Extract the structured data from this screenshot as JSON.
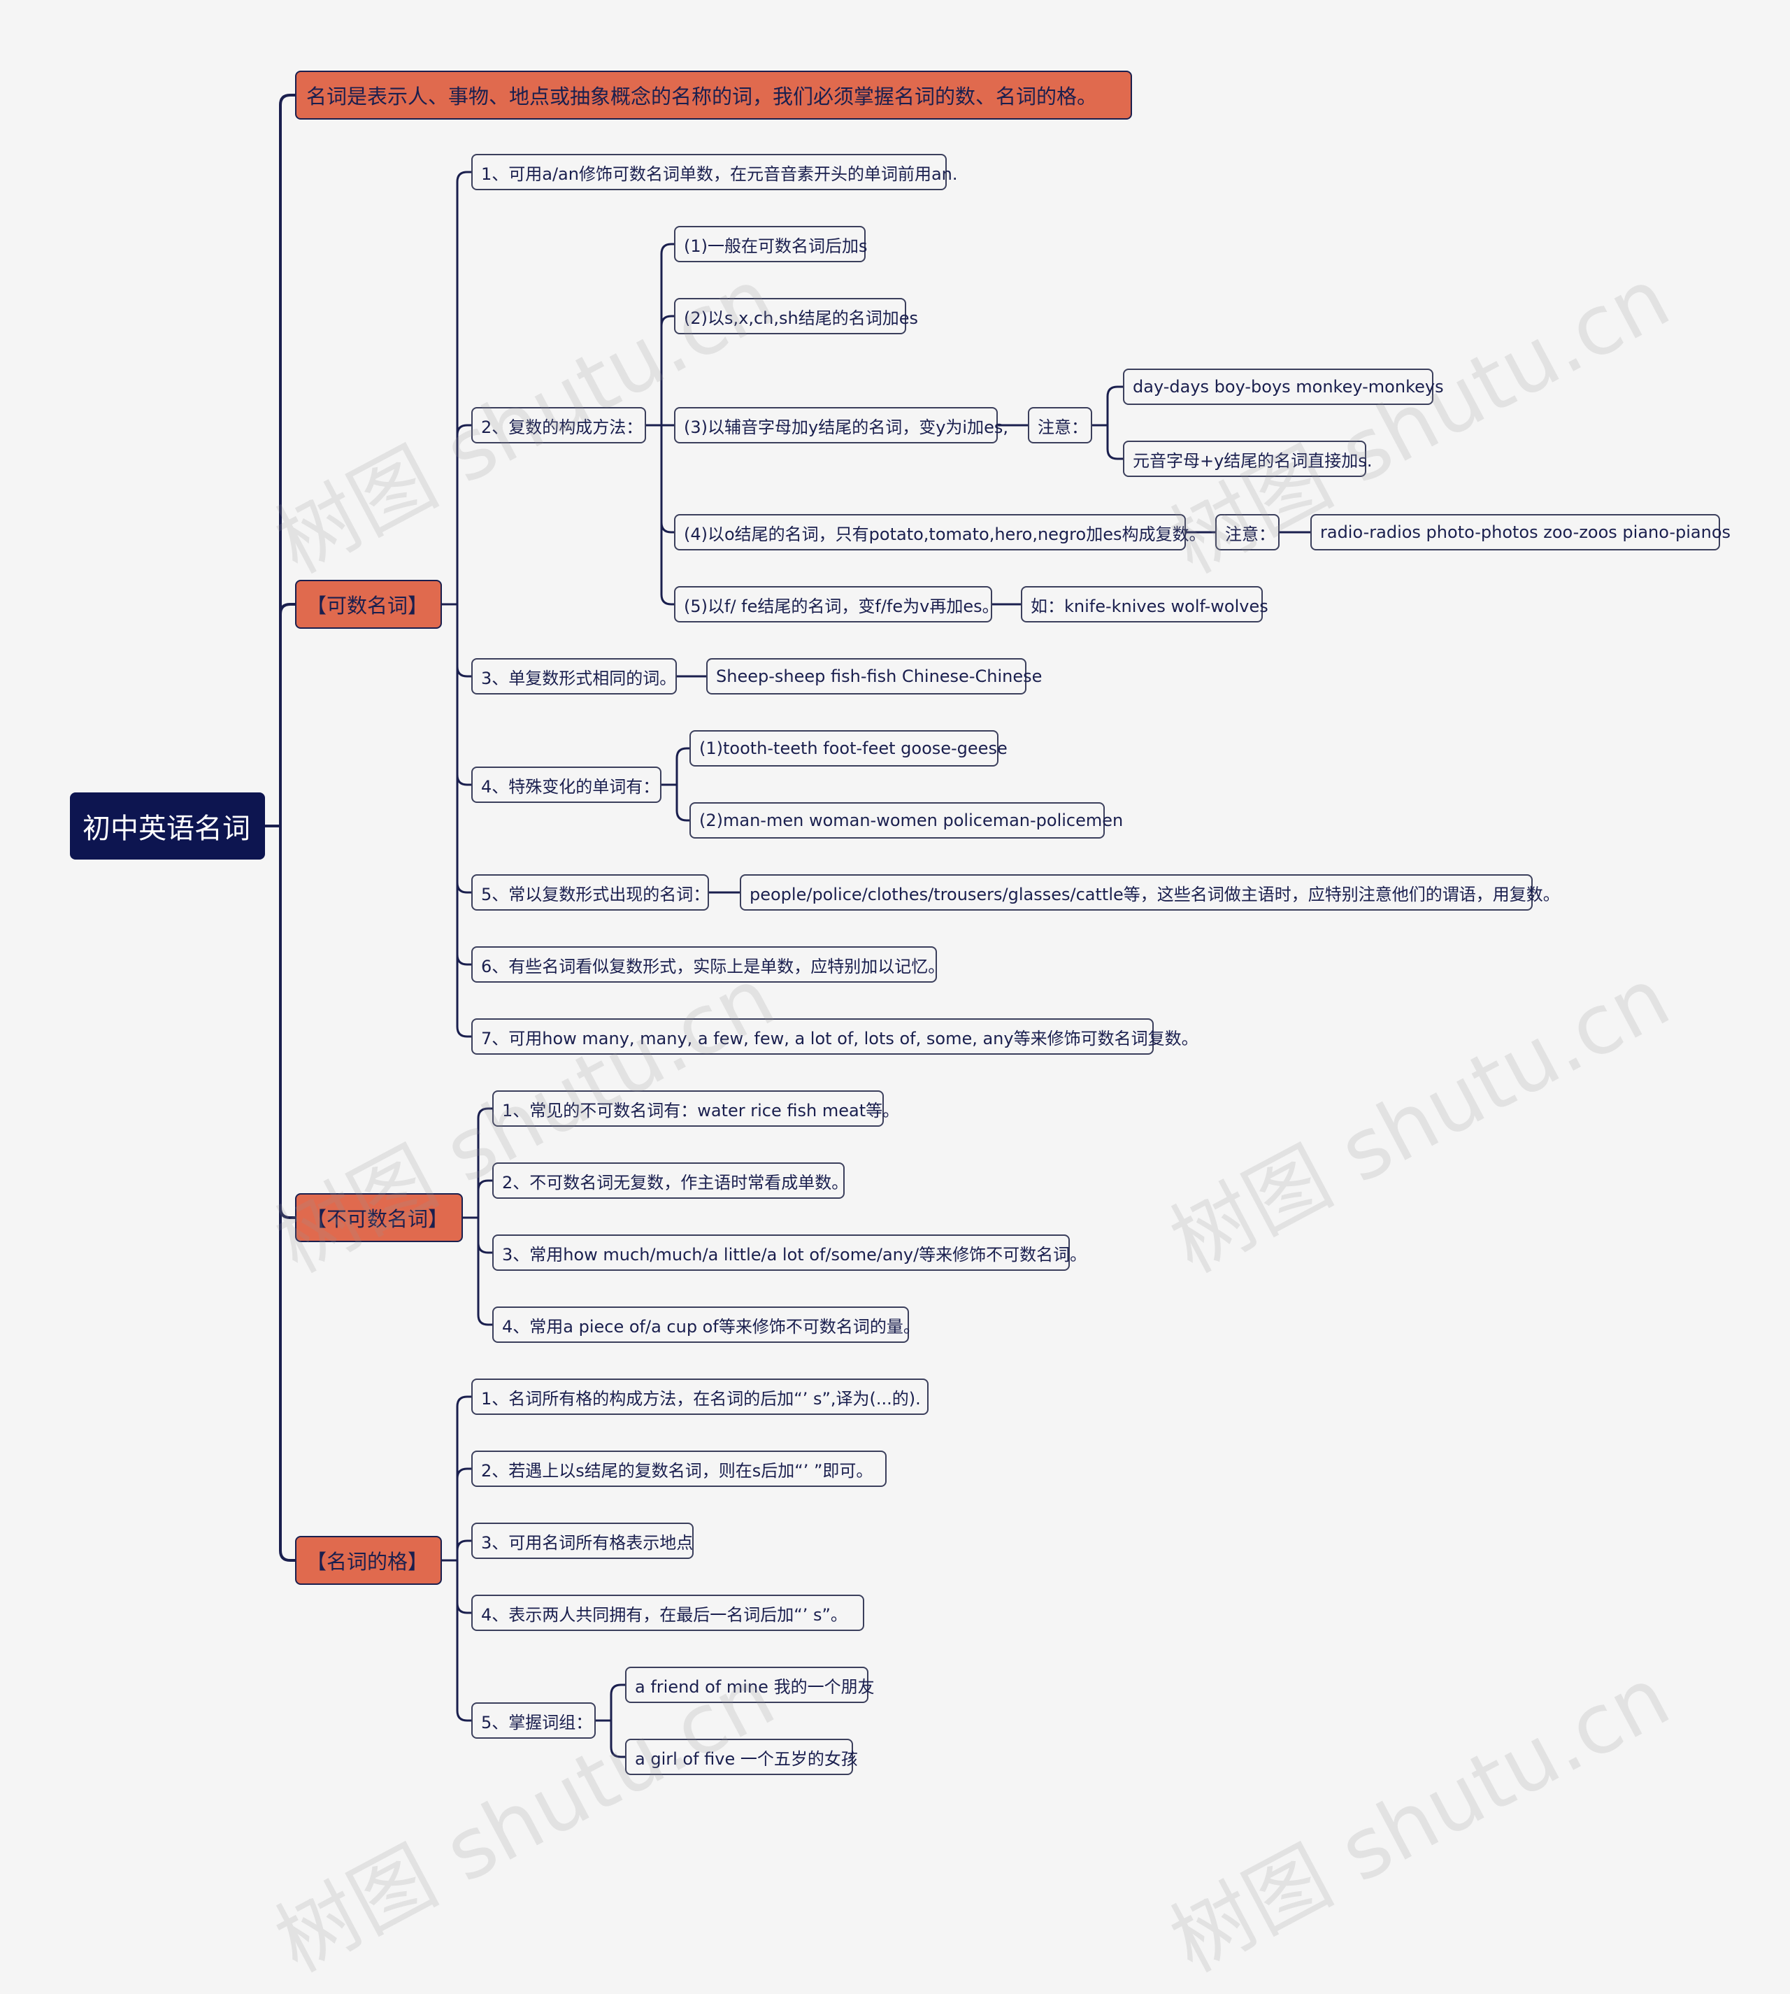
{
  "root": "初中英语名词",
  "definition": "名词是表示人、事物、地点或抽象概念的名称的词，我们必须掌握名词的数、名词的格。",
  "countable": {
    "label": "【可数名词】",
    "item1": "1、可用a/an修饰可数名词单数，在元音音素开头的单词前用an.",
    "item2": {
      "label": "2、复数的构成方法：",
      "rule1": "(1)一般在可数名词后加s",
      "rule2": "(2)以s,x,ch,sh结尾的名词加es",
      "rule3": "(3)以辅音字母加y结尾的名词，变y为i加es,",
      "rule3_note": "注意：",
      "rule3_ex1": "day-days boy-boys monkey-monkeys",
      "rule3_ex2": "元音字母+y结尾的名词直接加s.",
      "rule4": "(4)以o结尾的名词，只有potato,tomato,hero,negro加es构成复数。",
      "rule4_note": "注意：",
      "rule4_ex": "radio-radios photo-photos zoo-zoos piano-pianos",
      "rule5": "(5)以f/ fe结尾的名词，变f/fe为v再加es。",
      "rule5_ex": "如：knife-knives wolf-wolves"
    },
    "item3": "3、单复数形式相同的词。",
    "item3_ex": "Sheep-sheep fish-fish Chinese-Chinese",
    "item4": "4、特殊变化的单词有：",
    "item4_ex1": "(1)tooth-teeth foot-feet goose-geese",
    "item4_ex2": "(2)man-men woman-women policeman-policemen",
    "item5": "5、常以复数形式出现的名词：",
    "item5_ex": "people/police/clothes/trousers/glasses/cattle等，这些名词做主语时，应特别注意他们的谓语，用复数。",
    "item6": "6、有些名词看似复数形式，实际上是单数，应特别加以记忆。",
    "item7": "7、可用how many, many, a few, few, a lot of, lots of, some, any等来修饰可数名词复数。"
  },
  "uncountable": {
    "label": "【不可数名词】",
    "item1": "1、常见的不可数名词有：water rice fish meat等。",
    "item2": "2、不可数名词无复数，作主语时常看成单数。",
    "item3": "3、常用how much/much/a little/a lot of/some/any/等来修饰不可数名词。",
    "item4": "4、常用a piece of/a cup of等来修饰不可数名词的量。"
  },
  "possessive": {
    "label": "【名词的格】",
    "item1": "1、名词所有格的构成方法，在名词的后加“’ s”,译为(...的).",
    "item2": "2、若遇上以s结尾的复数名词，则在s后加“’ ”即可。",
    "item3": "3、可用名词所有格表示地点",
    "item4": "4、表示两人共同拥有，在最后一名词后加“’ s”。",
    "item5": "5、掌握词组：",
    "item5_ex1": "a friend of mine 我的一个朋友",
    "item5_ex2": "a girl of five 一个五岁的女孩"
  },
  "watermark": "树图 shutu.cn",
  "colors": {
    "root": "#0d1550",
    "level1": "#e06a4e",
    "line": "#1a1f4e",
    "background": "#f5f5f5"
  }
}
